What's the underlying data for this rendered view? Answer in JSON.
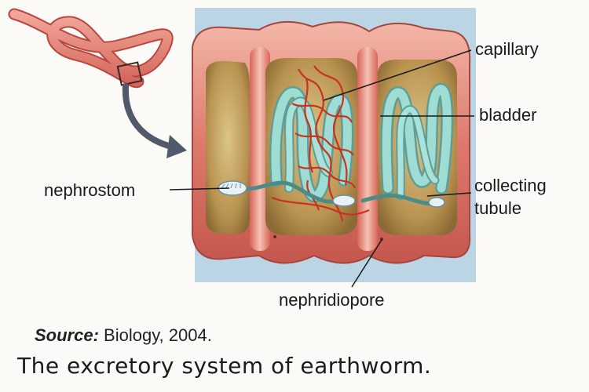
{
  "labels": {
    "capillary": "capillary",
    "bladder": "bladder",
    "nephrostom": "nephrostom",
    "collecting_tubule": "collecting\ntubule",
    "nephridiopore": "nephridiopore"
  },
  "caption": {
    "source_label": "Source:",
    "source_text": " Biology, 2004.",
    "title": "The excretory system of  earthworm."
  },
  "colors": {
    "body_wall": "#d9685f",
    "body_wall_light": "#f0b2a4",
    "cavity": "#b8904a",
    "cavity_light": "#e0c98a",
    "tubule": "#8fcfc8",
    "capillary": "#c8331f",
    "background_panel": "#b7d3e3"
  }
}
